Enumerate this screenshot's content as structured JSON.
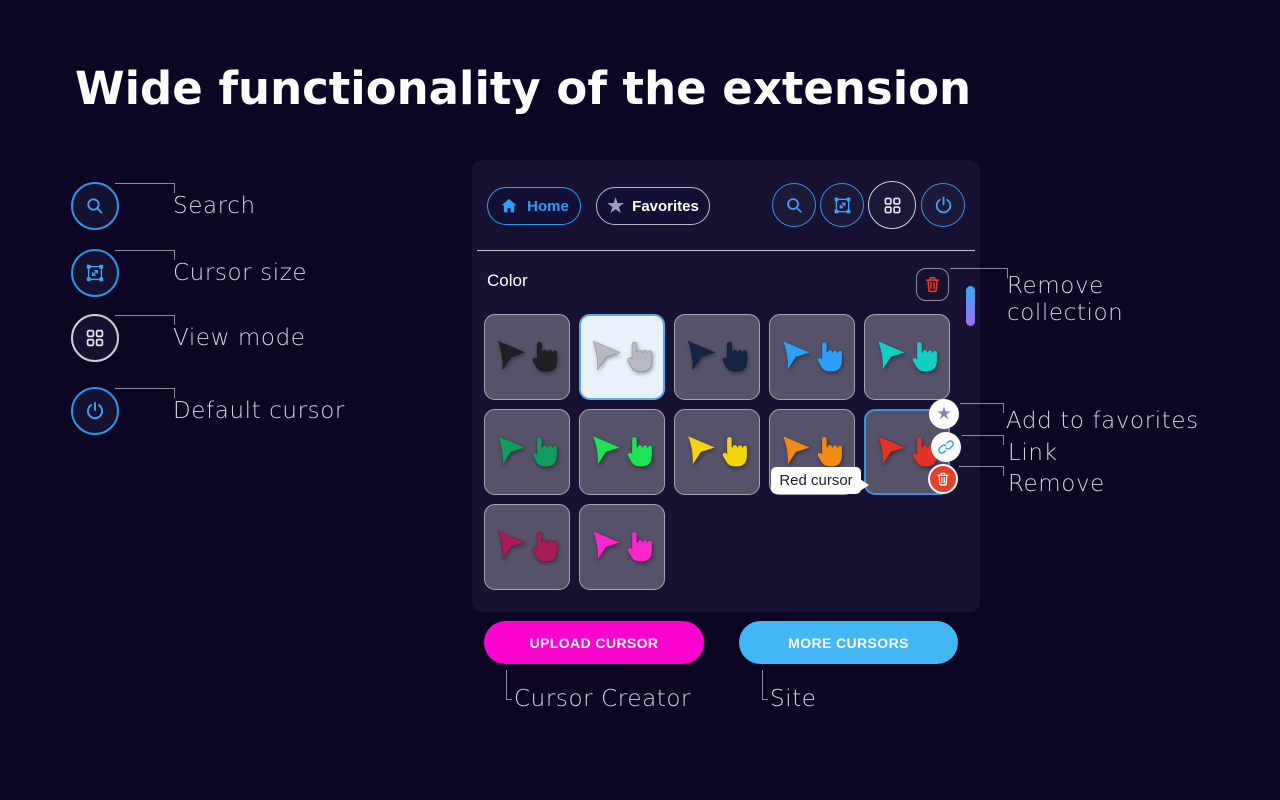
{
  "title": "Wide functionality of the extension",
  "colors": {
    "page_bg": "#0c0524",
    "panel_bg": "#171231",
    "accent_blue": "#2e93e8",
    "tile_bg": "#56526a",
    "selected_tile_bg": "#e9f1fb",
    "trash_red": "#e6402a",
    "upload_button": "#fc03cf",
    "more_button": "#42b7f3",
    "scrollbar_gradient": [
      "#38a7f8",
      "#9f6ef0"
    ]
  },
  "features": [
    {
      "icon": "search-icon",
      "label": "Search"
    },
    {
      "icon": "cursor-size-icon",
      "label": "Cursor size"
    },
    {
      "icon": "view-mode-icon",
      "label": "View mode"
    },
    {
      "icon": "power-icon",
      "label": "Default cursor"
    }
  ],
  "panel": {
    "tabs": [
      {
        "icon": "home-icon",
        "label": "Home",
        "active": true
      },
      {
        "icon": "star-icon",
        "label": "Favorites",
        "active": false
      }
    ],
    "toolbar_icons": [
      "search-icon",
      "cursor-size-icon",
      "view-mode-icon",
      "power-icon"
    ],
    "section_label": "Color",
    "tooltip": "Red cursor",
    "tiles": [
      {
        "name": "black",
        "color": "#202024",
        "state": ""
      },
      {
        "name": "gray",
        "color": "#b9babf",
        "state": "selected"
      },
      {
        "name": "dark-blue",
        "color": "#132444",
        "state": ""
      },
      {
        "name": "blue",
        "color": "#2f9ef6",
        "state": ""
      },
      {
        "name": "teal",
        "color": "#12cfc4",
        "state": ""
      },
      {
        "name": "green",
        "color": "#129c60",
        "state": ""
      },
      {
        "name": "light-green",
        "color": "#1ee356",
        "state": ""
      },
      {
        "name": "yellow",
        "color": "#f7d50e",
        "state": ""
      },
      {
        "name": "orange",
        "color": "#f18a15",
        "state": ""
      },
      {
        "name": "red",
        "color": "#e13326",
        "state": "hovered"
      },
      {
        "name": "crimson",
        "color": "#a81a53",
        "state": ""
      },
      {
        "name": "magenta",
        "color": "#fa28ca",
        "state": ""
      }
    ],
    "buttons": [
      {
        "label": "UPLOAD CURSOR"
      },
      {
        "label": "MORE CURSORS"
      }
    ]
  },
  "annotations": {
    "remove_collection_1": "Remove",
    "remove_collection_2": "collection",
    "add_to_favorites": "Add to favorites",
    "link": "Link",
    "remove": "Remove",
    "cursor_creator": "Cursor Creator",
    "site": "Site"
  }
}
